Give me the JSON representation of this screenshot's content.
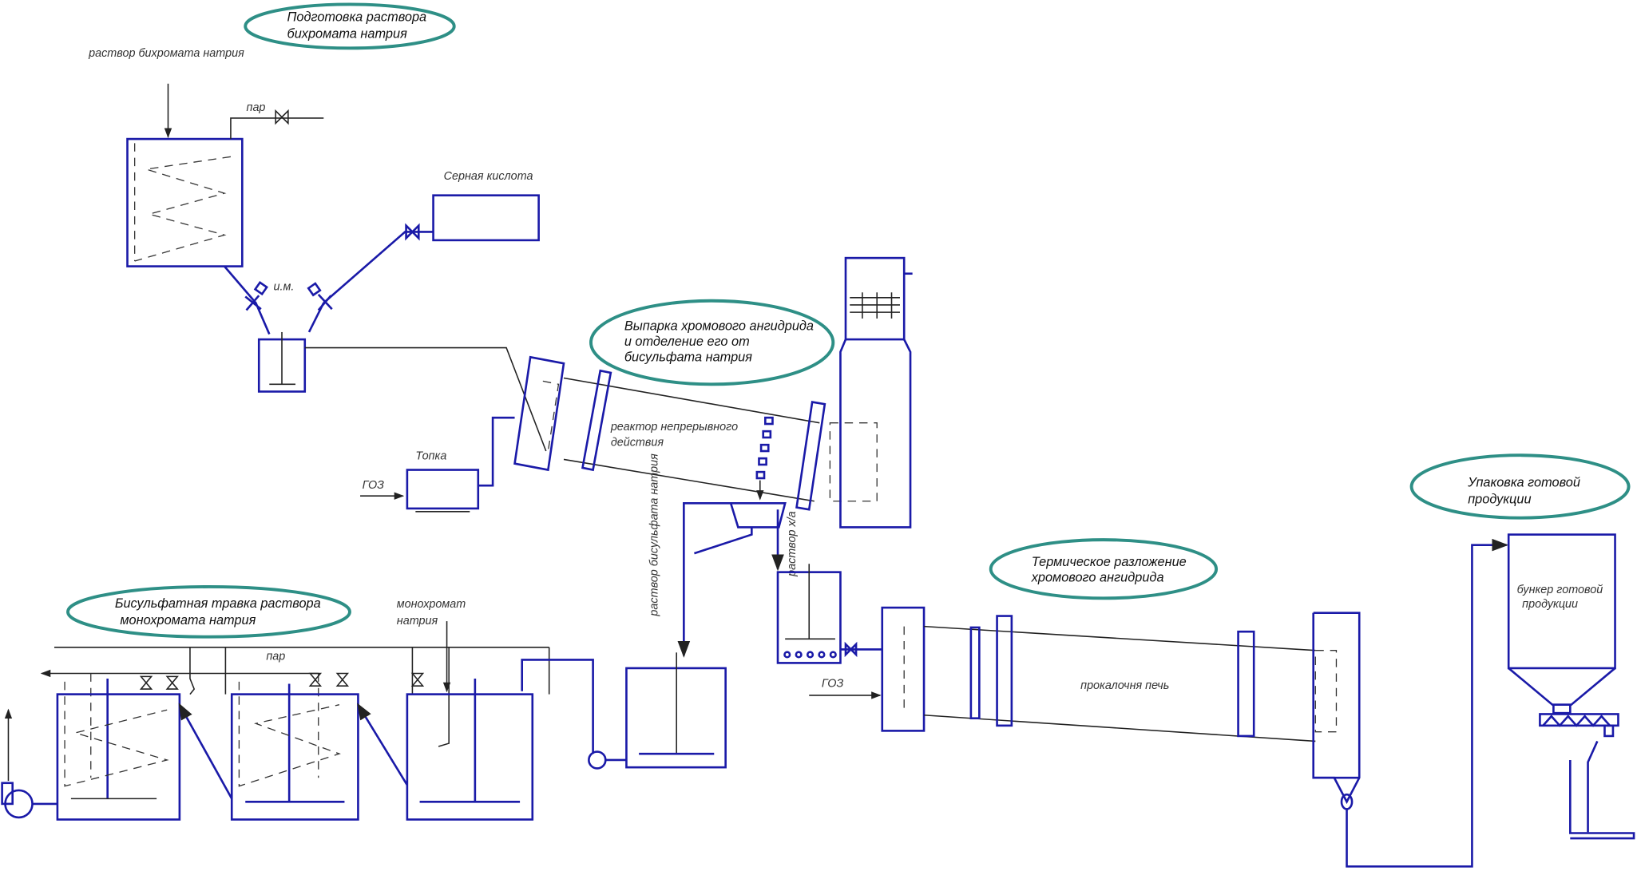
{
  "stages": {
    "prep": [
      "Подготовка раствора",
      "бихромата натрия"
    ],
    "evap": [
      "Выпарка хромового ангидрида",
      "и отделение его от",
      "бисульфата натрия"
    ],
    "bisulf": [
      "Бисульфатная травка раствора",
      "монохромата натрия"
    ],
    "thermal": [
      "Термическое разложение",
      "хромового ангидрида"
    ],
    "pack": [
      "Упаковка готовой",
      "продукции"
    ]
  },
  "labels": {
    "dichromate_solution": "раствор бихромата натрия",
    "steam_top": "пар",
    "sulfuric_acid": "Серная кислота",
    "im": "и.м.",
    "reactor": [
      "реактор непрерывного",
      "действия"
    ],
    "furnace": "Топка",
    "goz_1": "ГОЗ",
    "bisulfate_solution": "раствор бисульфата натрия",
    "ca_solution": "раствор х/а",
    "monochromate": [
      "монохромат",
      "натрия"
    ],
    "steam_bottom": "пар",
    "goz_2": "ГОЗ",
    "kiln": "прокалочня печь",
    "bunker": [
      "бункер готовой",
      "продукции"
    ]
  },
  "colors": {
    "equipment": "#1a1aa8",
    "ellipse": "#2e8f86"
  }
}
